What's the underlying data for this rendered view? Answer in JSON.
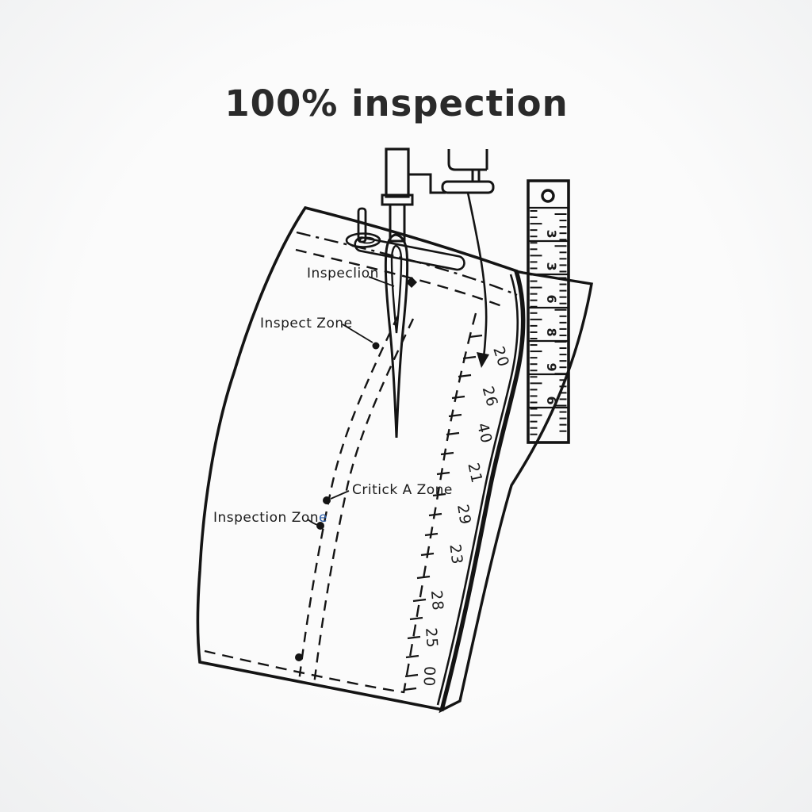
{
  "title": "100% inspection",
  "labels": {
    "needle_point": {
      "text": "Inspeclion"
    },
    "inspect_zone": {
      "text": "Inspect Zone"
    },
    "critical_zone": {
      "text": "Critick A Zone"
    },
    "inspection_zone": {
      "text": "Inspection Zon",
      "accent": "e",
      "accent_color": "#2f5fa8"
    }
  },
  "edge_scale": {
    "values": [
      "20",
      "26",
      "40",
      "21",
      "29",
      "23",
      "28",
      "25",
      "00"
    ]
  },
  "ruler": {
    "values": [
      "3",
      "3",
      "6",
      "8",
      "9",
      "6"
    ]
  },
  "colors": {
    "ink": "#141414",
    "background": "#f8f8f8",
    "accent_blue": "#2f5fa8"
  }
}
